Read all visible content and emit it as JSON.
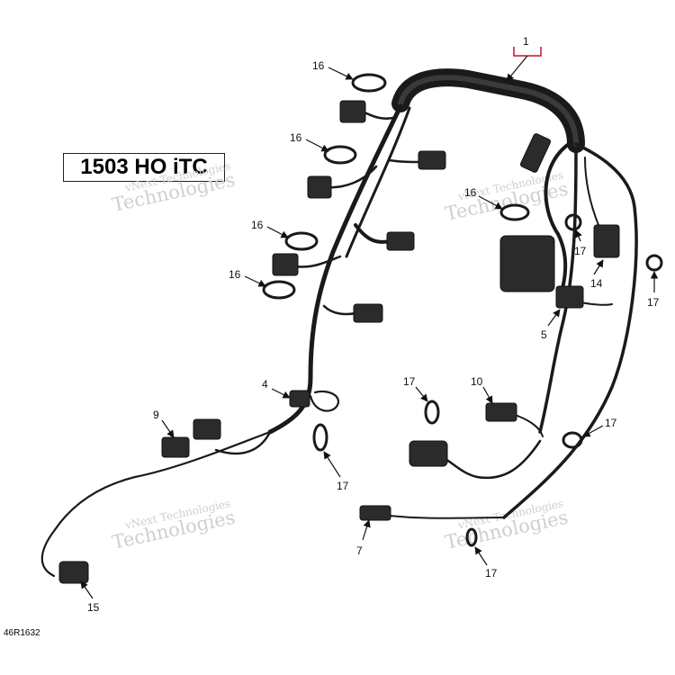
{
  "model_label": "1503 HO iTC",
  "diagram_ref": "46R1632",
  "watermark": {
    "line1": "vNext Technologies",
    "line2": "Technologies"
  },
  "callouts": {
    "c1": "1",
    "c16a": "16",
    "c16b": "16",
    "c16c": "16",
    "c16d": "16",
    "c16e": "16",
    "c17a": "17",
    "c17b": "17",
    "c17c": "17",
    "c17d": "17",
    "c17e": "17",
    "c17f": "17",
    "c14": "14",
    "c5": "5",
    "c4": "4",
    "c9": "9",
    "c10": "10",
    "c7": "7",
    "c15": "15"
  },
  "colors": {
    "line": "#1a1a1a",
    "part": "#2b2b2b",
    "callout_bracket": "#c8102e",
    "watermark": "#cfcfcf"
  }
}
